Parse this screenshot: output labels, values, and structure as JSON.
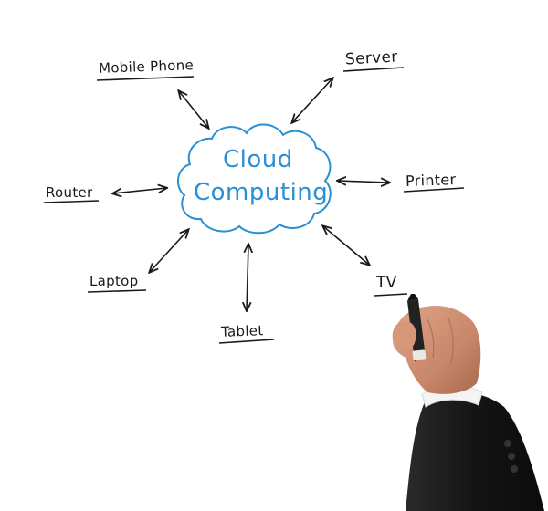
{
  "diagram": {
    "center": {
      "line1": "Cloud",
      "line2": "Computing"
    },
    "nodes": [
      {
        "id": "mobile-phone",
        "label": "Mobile Phone"
      },
      {
        "id": "server",
        "label": "Server"
      },
      {
        "id": "router",
        "label": "Router"
      },
      {
        "id": "printer",
        "label": "Printer"
      },
      {
        "id": "laptop",
        "label": "Laptop"
      },
      {
        "id": "tablet",
        "label": "Tablet"
      },
      {
        "id": "tv",
        "label": "TV"
      }
    ]
  },
  "colors": {
    "cloud": "#2a8fd4",
    "ink": "#1a1a1a",
    "background": "#ffffff",
    "suit": "#1b1b1b",
    "skin": "#c9876b",
    "marker": "#222222"
  }
}
